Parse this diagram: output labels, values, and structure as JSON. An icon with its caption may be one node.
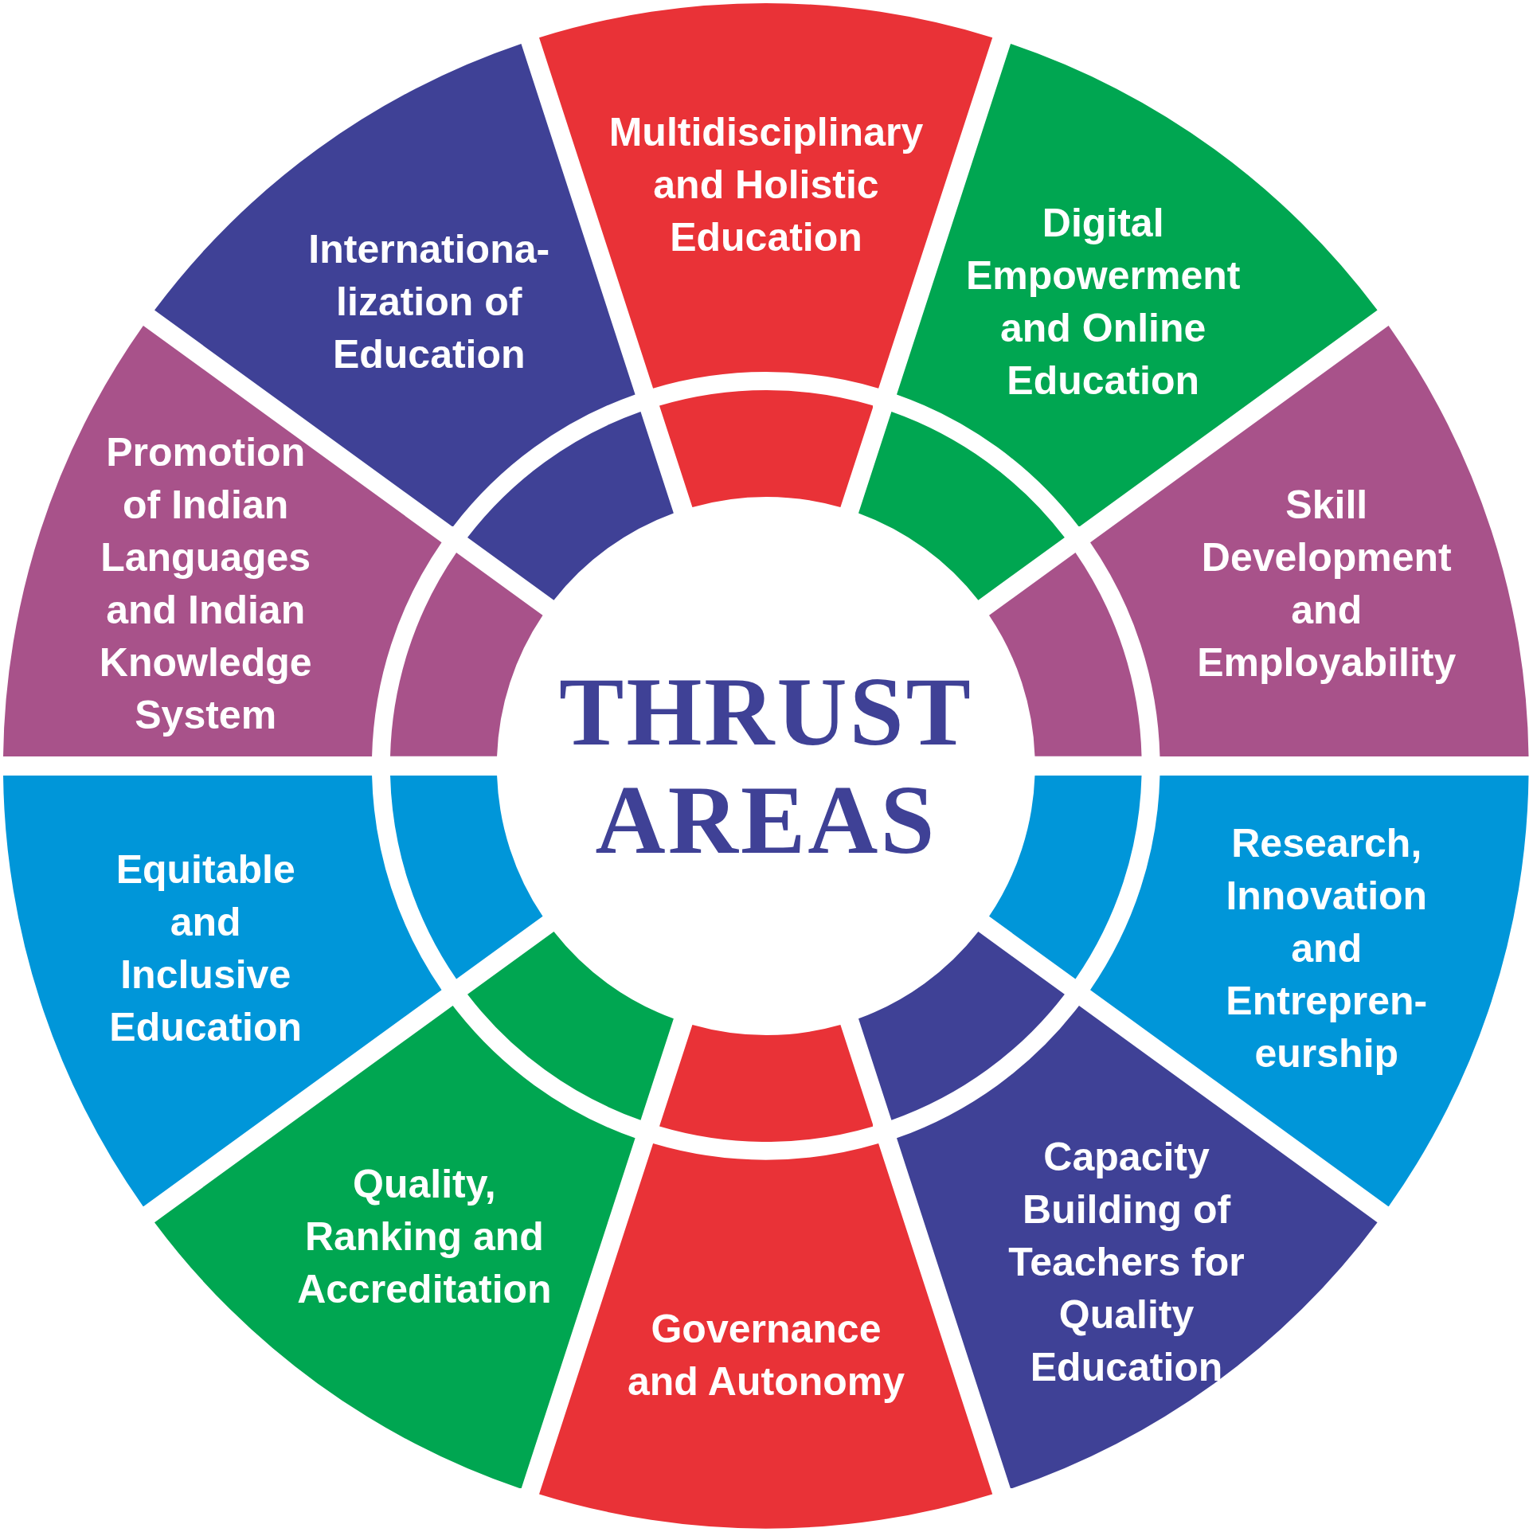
{
  "diagram": {
    "nodes": [
      {
        "text": [
          "THRUST AREAS"
        ]
      },
      {
        "text": [
          "Multidisciplinary and Holistic Education"
        ]
      },
      {
        "text": [
          "Digital Empowerment and Online Education"
        ]
      },
      {
        "text": [
          "Skill Development and Employability"
        ]
      },
      {
        "text": [
          "Research, Innovation and Entrepren- eurship"
        ]
      },
      {
        "text": [
          "Capacity Building of Teachers for Quality Education"
        ]
      },
      {
        "text": [
          "Governance and Autonomy"
        ]
      },
      {
        "text": [
          "Quality, Ranking and Accreditation"
        ]
      },
      {
        "text": [
          "Equitable and Inclusive Education"
        ]
      },
      {
        "text": [
          "Promotion of Indian Languages and Indian Knowledge System"
        ]
      },
      {
        "text": [
          "Internationa- lization of Education"
        ]
      },
      {
        "text": [],
        "shape": "arc"
      },
      {
        "text": [],
        "shape": "arc"
      },
      {
        "text": [],
        "shape": "arc"
      },
      {
        "text": [],
        "shape": "arc"
      },
      {
        "text": [],
        "shape": "arc"
      },
      {
        "text": [],
        "shape": "arc"
      },
      {
        "text": [],
        "shape": "arc"
      },
      {
        "text": [],
        "shape": "arc"
      },
      {
        "text": [],
        "shape": "arc"
      },
      {
        "text": [],
        "shape": "arc"
      }
    ]
  }
}
